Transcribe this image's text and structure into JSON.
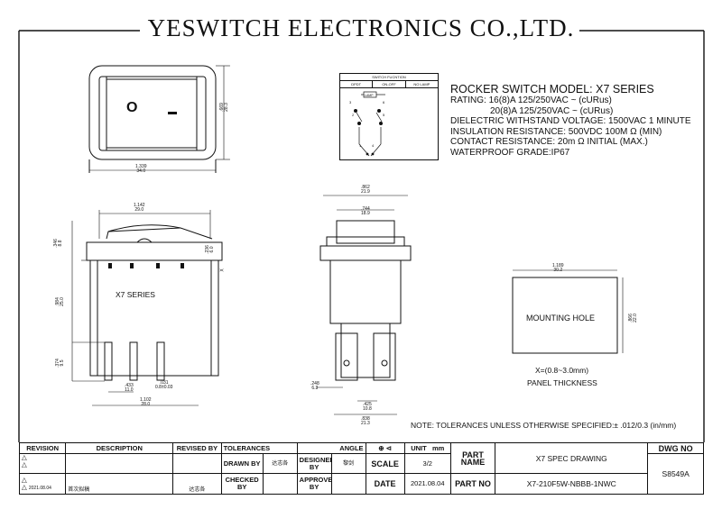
{
  "title": "YESWITCH ELECTRONICS CO.,LTD.",
  "specs": {
    "model": "ROCKER SWITCH MODEL: X7 SERIES",
    "rating1": "RATING: 16(8)A 125/250VAC ~ (cURus)",
    "rating2": "20(8)A 125/250VAC ~ (cURus)",
    "dielectric": "DIELECTRIC WITHSTAND VOLTAGE: 1500VAC 1 MINUTE",
    "insulation": "INSULATION RESISTANCE: 500VDC 100M Ω  (MIN)",
    "contact": "CONTACT RESISTANCE: 20m Ω INITIAL  (MAX.)",
    "waterproof": "WATERPROOF  GRADE:IP67"
  },
  "switch_function": {
    "header": "SWITCH FUCNTION",
    "cols": [
      "DPDT",
      "ON-OFF",
      "NO LAMP"
    ],
    "terminals": [
      "3",
      "6",
      "2",
      "5",
      "1",
      "4"
    ],
    "lamp": "LAMP"
  },
  "dims": {
    "top_w_in": "1.339",
    "top_w_mm": "34.0",
    "top_h_in": ".669",
    "top_h_mm": "28.3",
    "side_w_in": "1.142",
    "side_w_mm": "29.0",
    "side_top_in": ".346",
    "side_top_mm": "8.8",
    "side_tilt_in": ".236",
    "side_tilt_mm": "6.0",
    "side_h_in": ".984",
    "side_h_mm": "25.0",
    "term_h_in": ".374",
    "term_h_mm": "9.5",
    "term_pitch_in": ".433",
    "term_pitch_mm": "11.0",
    "term_w_in": ".031",
    "term_w_mm": "0.8±0.03",
    "base_w_in": "1.102",
    "base_w_mm": "28.0",
    "front_w_in": ".862",
    "front_w_mm": "21.9",
    "front_in_in": ".744",
    "front_in_mm": "18.9",
    "front_base_in": ".838",
    "front_base_mm": "21.3",
    "tab_in": ".425",
    "tab_mm": "10.8",
    "tab_t_in": ".248",
    "tab_t_mm": "6.3",
    "hole_w_in": "1.189",
    "hole_w_mm": "30.2",
    "hole_h_in": ".866",
    "hole_h_mm": "22.0"
  },
  "labels": {
    "series": "X7 SERIES",
    "mounting": "MOUNTING HOLE",
    "panel_x": "X=(0.8~3.0mm)",
    "panel": "PANEL THICKNESS",
    "x_mark": "X",
    "rocker_o": "O",
    "note": "NOTE: TOLERANCES UNLESS OTHERWISE SPECIFIED:± .012/0.3 (in/mm)"
  },
  "titleblock": {
    "revision": "REVISION",
    "description": "DESCRIPTION",
    "revised_by": "REVISED BY",
    "tolerances": "TOLERANCES",
    "angle": "ANGLE",
    "unit": "UNIT",
    "mm": "mm",
    "part_name_lbl": "PART NAME",
    "part_name": "X7 SPEC DRAWING",
    "dwg_no_lbl": "DWG NO",
    "dwg_no": "S8549A",
    "drawn_by": "DRAWN BY",
    "drawn_name": "达志各",
    "designed_by": "DESIGNED BY",
    "designed_name": "黎剑",
    "scale": "SCALE",
    "scale_val": "3/2",
    "checked_by": "CHECKED BY",
    "approved_by": "APPROVED BY",
    "date_lbl": "DATE",
    "date_val": "2021.08.04",
    "part_no_lbl": "PART NO",
    "part_no": "X7-210F5W-NBBB-1NWC",
    "rev_date": "2021.08.04",
    "rev_desc": "首次拟稿",
    "rev_by": "达志各",
    "rev_mark": "△"
  }
}
